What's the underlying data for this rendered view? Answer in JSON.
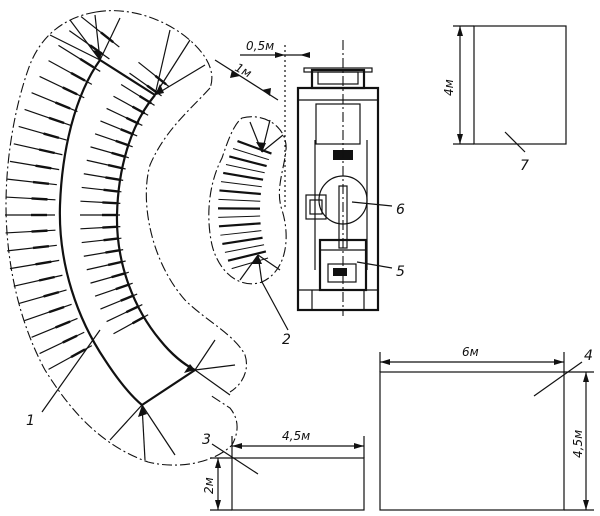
{
  "labels": {
    "callout_1": "1",
    "callout_2": "2",
    "callout_3": "3",
    "callout_4": "4",
    "callout_5": "5",
    "callout_6": "6",
    "callout_7": "7"
  },
  "dimensions": {
    "gap_half_m": "0,5м",
    "gap_1m": "1м",
    "box7_height": "4м",
    "box3_width": "4,5м",
    "box3_height": "2м",
    "box4_width": "6м",
    "box4_height": "4,5м"
  }
}
